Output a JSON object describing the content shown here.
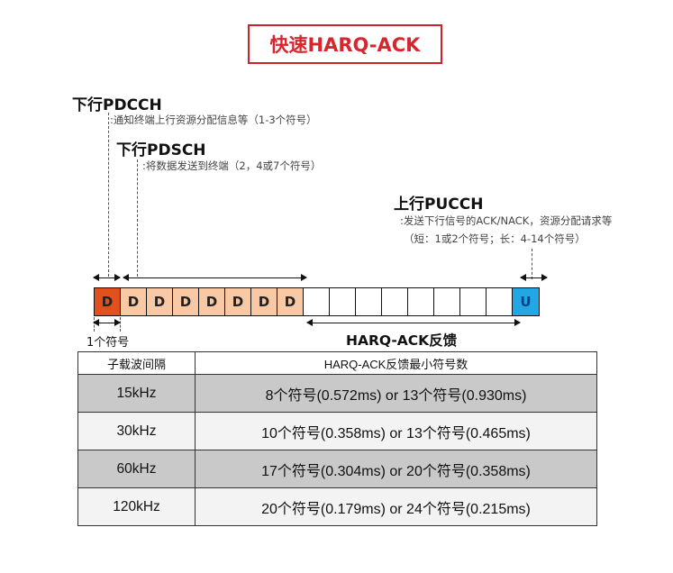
{
  "title": "快速HARQ-ACK",
  "pdcch": {
    "name": "下行PDCCH",
    "desc": ":通知终端上行资源分配信息等（1-3个符号）"
  },
  "pdsch": {
    "name": "下行PDSCH",
    "desc": ":将数据发送到终端（2，4或7个符号）"
  },
  "pucch": {
    "name": "上行PUCCH",
    "desc_line1": ":发送下行信号的ACK/NACK，资源分配请求等",
    "desc_line2": "（短：1或2个符号；长：4-14个符号）"
  },
  "symbols": [
    {
      "label": "D",
      "type": "pdcch"
    },
    {
      "label": "D",
      "type": "pdsch"
    },
    {
      "label": "D",
      "type": "pdsch"
    },
    {
      "label": "D",
      "type": "pdsch"
    },
    {
      "label": "D",
      "type": "pdsch"
    },
    {
      "label": "D",
      "type": "pdsch"
    },
    {
      "label": "D",
      "type": "pdsch"
    },
    {
      "label": "D",
      "type": "pdsch"
    },
    {
      "label": "",
      "type": "empty"
    },
    {
      "label": "",
      "type": "empty"
    },
    {
      "label": "",
      "type": "empty"
    },
    {
      "label": "",
      "type": "empty"
    },
    {
      "label": "",
      "type": "empty"
    },
    {
      "label": "",
      "type": "empty"
    },
    {
      "label": "",
      "type": "empty"
    },
    {
      "label": "",
      "type": "empty"
    },
    {
      "label": "U",
      "type": "uplink"
    }
  ],
  "colors": {
    "title": "#d8262e",
    "pdcch": "#e2501e",
    "pdsch": "#f8c9a4",
    "empty": "#ffffff",
    "uplink": "#23a7e4"
  },
  "one_symbol_label": "1个符号",
  "harq_label": "HARQ-ACK反馈",
  "table": {
    "headers": [
      "子载波间隔",
      "HARQ-ACK反馈最小符号数"
    ],
    "rows": [
      [
        "15kHz",
        "8个符号(0.572ms) or 13个符号(0.930ms)"
      ],
      [
        "30kHz",
        "10个符号(0.358ms) or 13个符号(0.465ms)"
      ],
      [
        "60kHz",
        "17个符号(0.304ms) or 20个符号(0.358ms)"
      ],
      [
        "120kHz",
        "20个符号(0.179ms) or 24个符号(0.215ms)"
      ]
    ]
  }
}
